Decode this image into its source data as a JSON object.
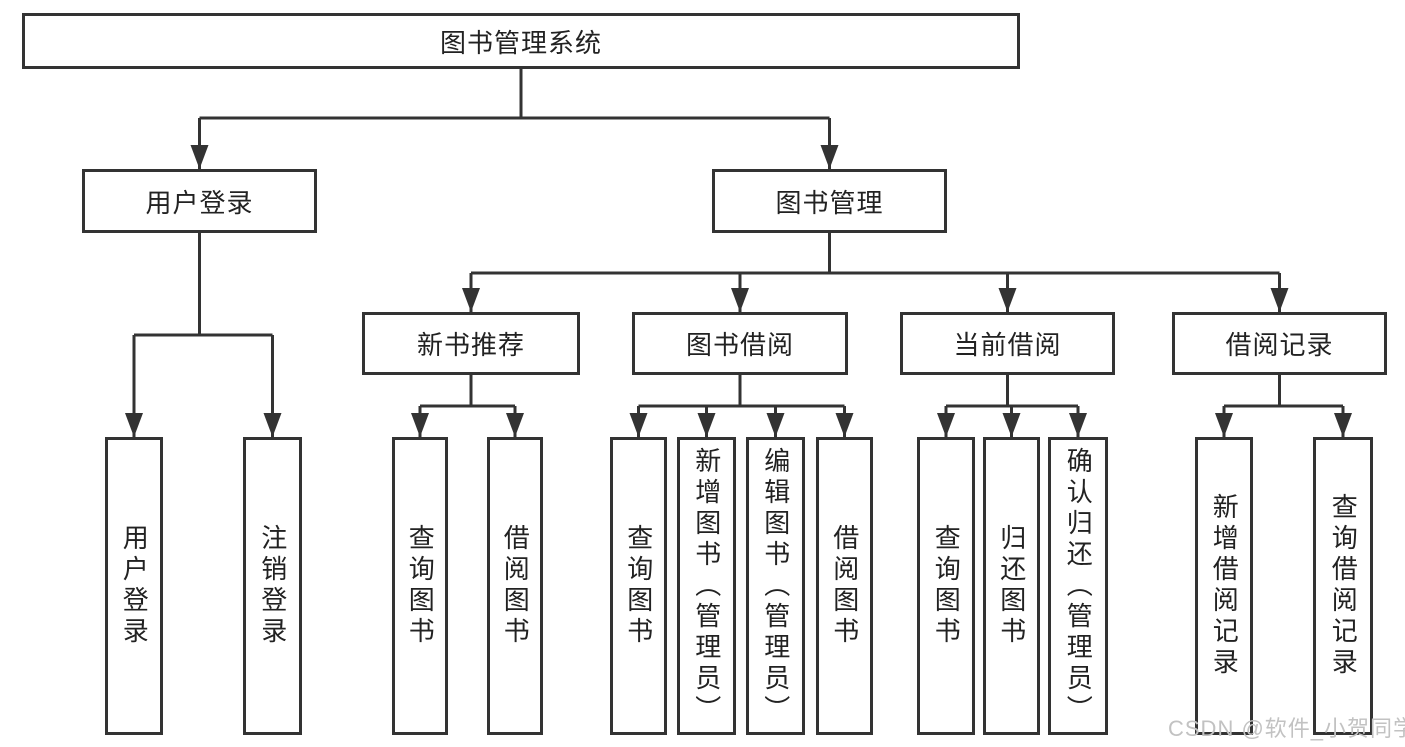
{
  "diagram": {
    "root": {
      "label": "图书管理系统"
    },
    "level2": [
      {
        "label": "用户登录"
      },
      {
        "label": "图书管理"
      }
    ],
    "level3": [
      {
        "label": "新书推荐"
      },
      {
        "label": "图书借阅"
      },
      {
        "label": "当前借阅"
      },
      {
        "label": "借阅记录"
      }
    ],
    "leaves": {
      "user_login": [
        {
          "label": "用户登录"
        },
        {
          "label": "注销登录"
        }
      ],
      "new_book": [
        {
          "label": "查询图书"
        },
        {
          "label": "借阅图书"
        }
      ],
      "book_borrow": [
        {
          "label": "查询图书"
        },
        {
          "label": "新增图书（管理员）"
        },
        {
          "label": "编辑图书（管理员）"
        },
        {
          "label": "借阅图书"
        }
      ],
      "current_borrow": [
        {
          "label": "查询图书"
        },
        {
          "label": "归还图书"
        },
        {
          "label": "确认归还（管理员）"
        }
      ],
      "borrow_record": [
        {
          "label": "新增借阅记录"
        },
        {
          "label": "查询借阅记录"
        }
      ]
    }
  },
  "watermark": {
    "text": "CSDN @软件_小贺同学"
  },
  "colors": {
    "line": "#333333",
    "box_background": "#ffffff",
    "text": "#222222",
    "watermark": "#c2c2c2",
    "page_background": "#ffffff"
  }
}
